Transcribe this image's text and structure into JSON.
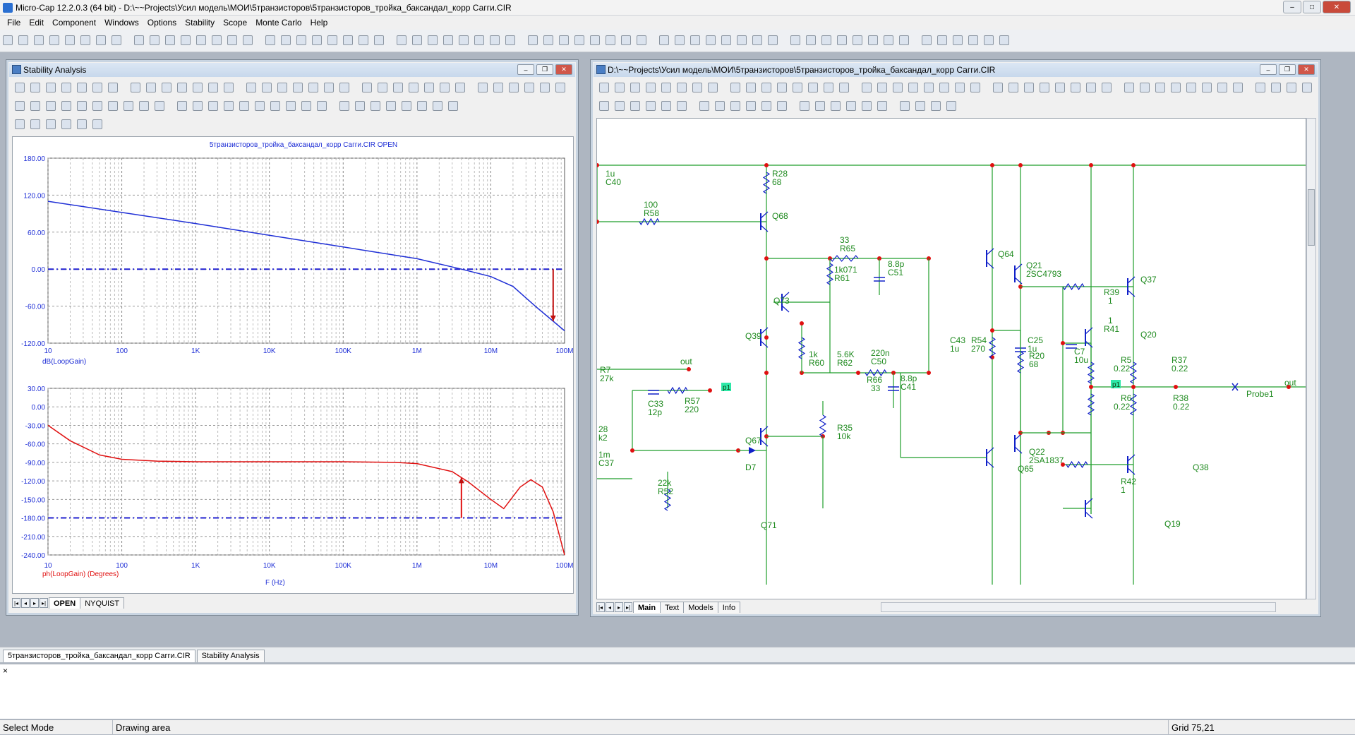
{
  "app": {
    "title": "Micro-Cap 12.2.0.3 (64 bit) - D:\\~~Projects\\Усил модель\\МОИ\\5транзисторов\\5транзисторов_тройка_баксандал_корр Сагги.CIR"
  },
  "menu": [
    "File",
    "Edit",
    "Component",
    "Windows",
    "Options",
    "Stability",
    "Scope",
    "Monte Carlo",
    "Help"
  ],
  "stability_window": {
    "title": "Stability Analysis",
    "plot_title": "5транзисторов_тройка_баксандал_корр Сагги.CIR OPEN",
    "tabs": [
      "OPEN",
      "NYQUIST"
    ],
    "active_tab": "OPEN",
    "x_ticks": [
      "10",
      "100",
      "1K",
      "10K",
      "100K",
      "1M",
      "10M",
      "100M"
    ],
    "x_label": "F (Hz)",
    "top_y_ticks": [
      "180.00",
      "120.00",
      "60.00",
      "0.00",
      "-60.00",
      "-120.00"
    ],
    "top_trace_label": "dB(LoopGain)",
    "bottom_y_ticks": [
      "30.00",
      "0.00",
      "-30.00",
      "-60.00",
      "-90.00",
      "-120.00",
      "-150.00",
      "-180.00",
      "-210.00",
      "-240.00"
    ],
    "bottom_trace_label": "ph(LoopGain) (Degrees)",
    "colors": {
      "gain": "#1f2fd6",
      "phase": "#e01010",
      "reference": "#2020d0"
    }
  },
  "chart_data": [
    {
      "type": "line",
      "title": "5транзисторов_тройка_баксандал_корр Сагги.CIR OPEN",
      "xlabel": "",
      "ylabel": "dB(LoopGain)",
      "x_scale": "log",
      "xlim": [
        10,
        100000000
      ],
      "ylim": [
        -120,
        180
      ],
      "series": [
        {
          "name": "dB(LoopGain)",
          "x": [
            10,
            100,
            1000,
            10000,
            100000,
            1000000,
            4000000,
            10000000,
            20000000,
            40000000,
            100000000
          ],
          "values": [
            110,
            92,
            74,
            55,
            36,
            17,
            0,
            -12,
            -28,
            -60,
            -100
          ]
        }
      ],
      "reference_line": 0,
      "marker_at_x": 70000000,
      "grid": true
    },
    {
      "type": "line",
      "title": "",
      "xlabel": "F (Hz)",
      "ylabel": "ph(LoopGain) (Degrees)",
      "x_scale": "log",
      "xlim": [
        10,
        100000000
      ],
      "ylim": [
        -240,
        30
      ],
      "series": [
        {
          "name": "ph(LoopGain) (Degrees)",
          "x": [
            10,
            20,
            50,
            100,
            300,
            1000,
            10000,
            100000,
            500000,
            1000000,
            3000000,
            5000000,
            10000000,
            15000000,
            25000000,
            35000000,
            50000000,
            70000000,
            100000000
          ],
          "values": [
            -30,
            -55,
            -78,
            -85,
            -88,
            -89,
            -89,
            -89,
            -90,
            -92,
            -105,
            -122,
            -150,
            -165,
            -130,
            -118,
            -130,
            -170,
            -240
          ]
        }
      ],
      "reference_line": -180,
      "marker_at_x": 4000000,
      "grid": true
    }
  ],
  "schematic_window": {
    "title": "D:\\~~Projects\\Усил модель\\МОИ\\5транзисторов\\5транзисторов_тройка_баксандал_корр Сагги.CIR",
    "tabs": [
      "Main",
      "Text",
      "Models",
      "Info"
    ],
    "active_tab": "Main",
    "labels": [
      "1u",
      "C40",
      "R28",
      "68",
      "100",
      "R58",
      "Q68",
      "33",
      "R65",
      "8.8p",
      "C51",
      "1k071",
      "R61",
      "Q64",
      "Q21",
      "2SC4793",
      "Q37",
      "R39",
      "1",
      "Q73",
      "1",
      "R41",
      "Q20",
      "Q39",
      "C43",
      "1u",
      "R54",
      "270",
      "C25",
      "1u",
      "C7",
      "10u",
      "R20",
      "68",
      "1k",
      "R60",
      "5.6K",
      "R62",
      "220n",
      "C50",
      "R5",
      "0.22",
      "R37",
      "0.22",
      "R7",
      "27k",
      "out",
      "R66",
      "33",
      "8.8p",
      "C41",
      "R6",
      "0.22",
      "R38",
      "0.22",
      "Probe1",
      "out",
      "C33",
      "12p",
      "R57",
      "220",
      "R35",
      "10k",
      "Q67",
      "Q22",
      "2SA1837",
      "D7",
      "Q65",
      "R42",
      "1",
      "Q38",
      "22k",
      "R52",
      "Q71",
      "Q19",
      "1m",
      "C37",
      "k2",
      "28"
    ],
    "probes": [
      "p1",
      "p1"
    ],
    "colors": {
      "wire": "#1e9e2a",
      "component": "#1020c8",
      "node": "#e01010",
      "text": "#1e8a1e"
    }
  },
  "doc_tabs": [
    "5транзисторов_тройка_баксандал_корр Сагги.CIR",
    "Stability Analysis"
  ],
  "output": {
    "close_glyph": "×"
  },
  "status": {
    "mode": "Select Mode",
    "area": "Drawing area",
    "grid": "Grid 75,21"
  }
}
